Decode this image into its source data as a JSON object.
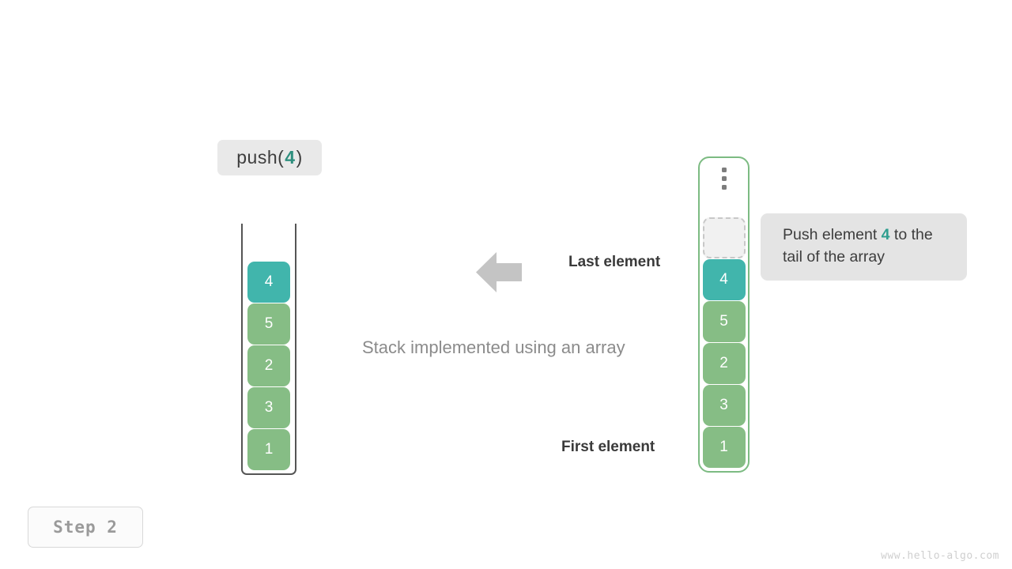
{
  "operation": {
    "prefix": "push(",
    "argument": "4",
    "suffix": ")"
  },
  "left_stack": {
    "cells": [
      {
        "value": "4",
        "color": "teal"
      },
      {
        "value": "5",
        "color": "green"
      },
      {
        "value": "2",
        "color": "green"
      },
      {
        "value": "3",
        "color": "green"
      },
      {
        "value": "1",
        "color": "green"
      }
    ]
  },
  "right_array": {
    "ellipsis": "vertical-ellipsis",
    "empty_slot_label": "",
    "cells": [
      {
        "value": "4",
        "color": "teal"
      },
      {
        "value": "5",
        "color": "green"
      },
      {
        "value": "2",
        "color": "green"
      },
      {
        "value": "3",
        "color": "green"
      },
      {
        "value": "1",
        "color": "green"
      }
    ]
  },
  "labels": {
    "last_element": "Last element",
    "first_element": "First element",
    "caption": "Stack implemented using an array"
  },
  "tooltip": {
    "text_before": "Push element ",
    "argument": "4",
    "text_after": " to the tail of the array"
  },
  "step": {
    "label": "Step  2"
  },
  "watermark": {
    "text": "www.hello-algo.com"
  },
  "colors": {
    "teal": "#41b5ac",
    "green": "#86bd85",
    "accent_text": "#2f8f7e",
    "arrow": "#c4c4c4",
    "container_border_left": "#555555",
    "container_border_right": "#7cbb82",
    "chip_background": "#e9e9e9",
    "tooltip_background": "#e4e4e4"
  }
}
